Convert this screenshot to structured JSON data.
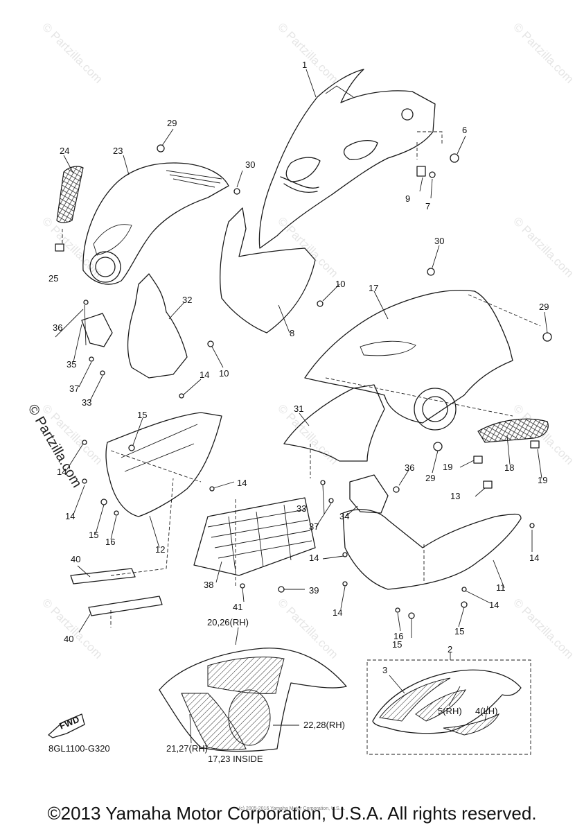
{
  "callouts": {
    "c1": "1",
    "c2": "2",
    "c3": "3",
    "c4lh": "4(LH)",
    "c5rh": "5(RH)",
    "c6": "6",
    "c7": "7",
    "c8": "8",
    "c9": "9",
    "c10a": "10",
    "c10b": "10",
    "c11": "11",
    "c12": "12",
    "c13": "13",
    "c14a": "14",
    "c14b": "14",
    "c14c": "14",
    "c14d": "14",
    "c14e": "14",
    "c14f": "14",
    "c14g": "14",
    "c14h": "14",
    "c15a": "15",
    "c15b": "15",
    "c15c": "15",
    "c15d": "15",
    "c16a": "16",
    "c16b": "16",
    "c17": "17",
    "c18": "18",
    "c19a": "19",
    "c19b": "19",
    "c20": "20,26(RH)",
    "c21": "21,27(RH)",
    "c22": "22,28(RH)",
    "c23": "23",
    "c24": "24",
    "c25": "25",
    "c29a": "29",
    "c29b": "29",
    "c29c": "29",
    "c30a": "30",
    "c30b": "30",
    "c31": "31",
    "c32": "32",
    "c33a": "33",
    "c33b": "33",
    "c34": "34",
    "c35": "35",
    "c36a": "36",
    "c36b": "36",
    "c37a": "37",
    "c37b": "37",
    "c38": "38",
    "c39": "39",
    "c40a": "40",
    "c40b": "40",
    "c41": "41"
  },
  "notes": {
    "inside": "17,23 INSIDE",
    "fwd": "FWD",
    "diagram_code": "8GL1100-G320"
  },
  "watermarks": {
    "side": "© Partzilla.com",
    "tile": "© Partzilla.com"
  },
  "footer": {
    "copyright": "©2013 Yamaha Motor Corporation, U.S.A. All rights reserved.",
    "small": "(c) 2005-2016 Yamaha Motor Corporation, U.S.A."
  }
}
